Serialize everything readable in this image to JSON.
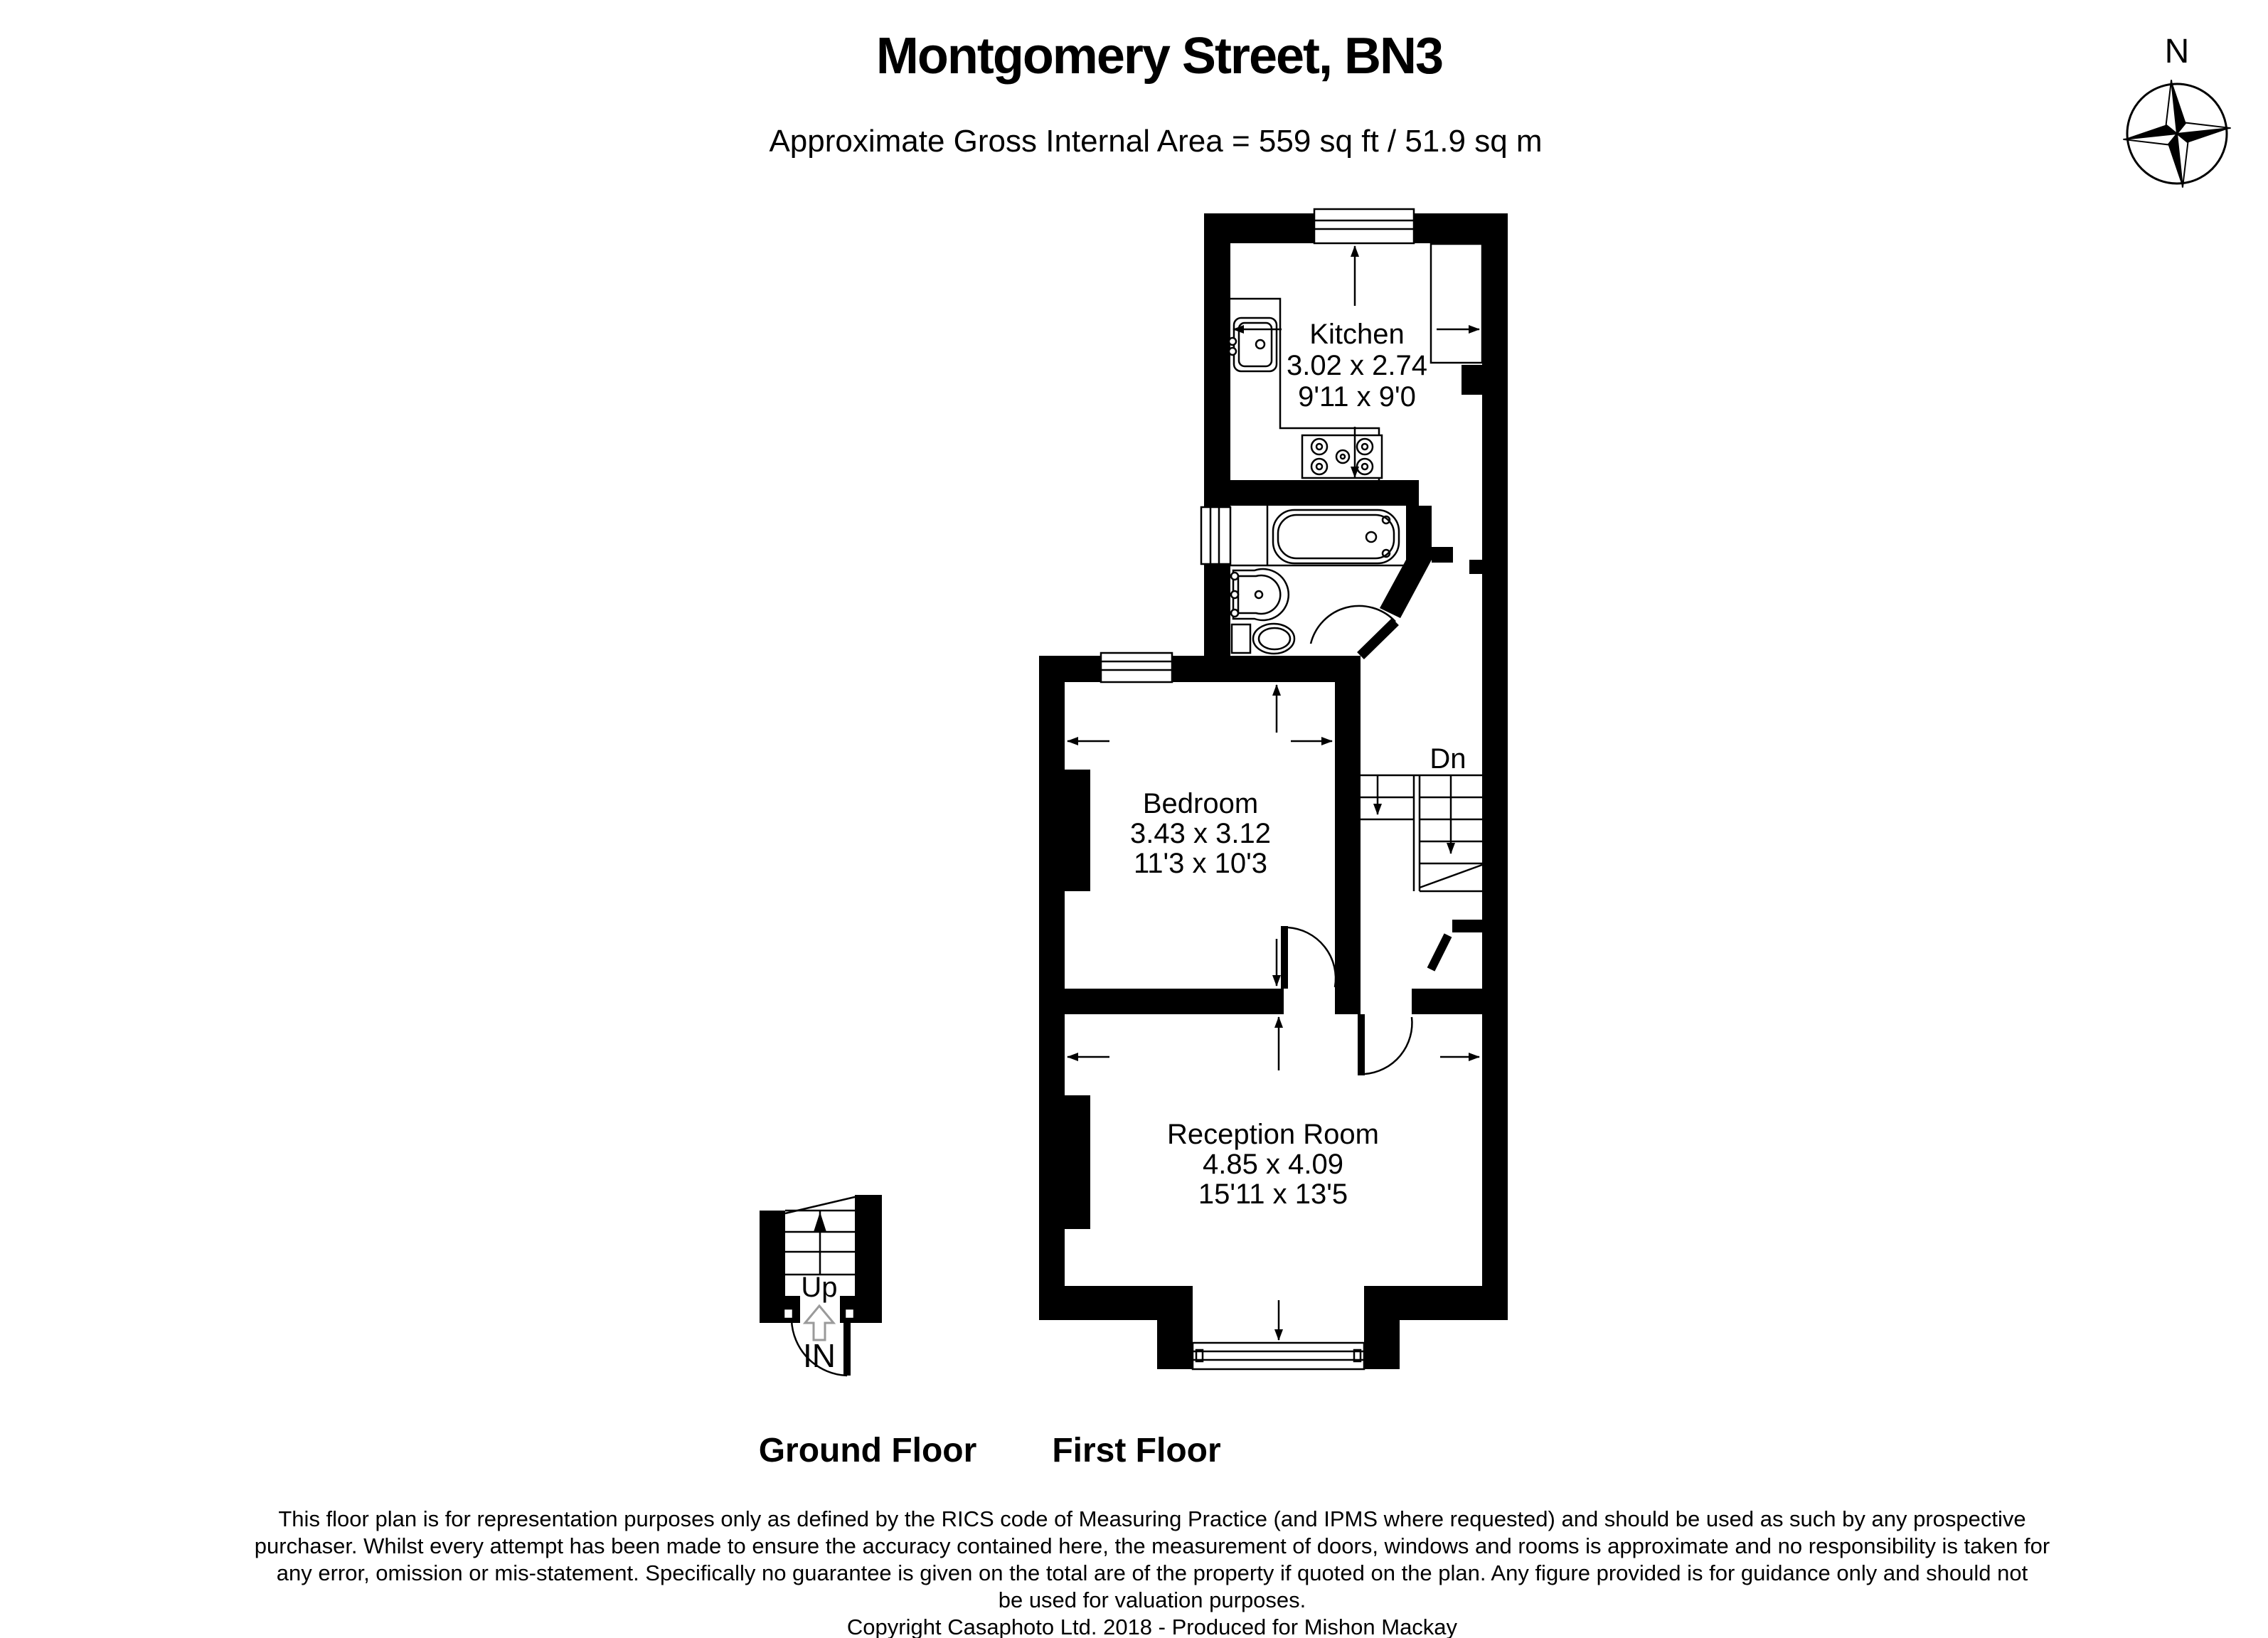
{
  "header": {
    "title": "Montgomery Street, BN3",
    "subtitle": "Approximate Gross Internal Area = 559 sq ft / 51.9 sq m"
  },
  "compass": {
    "north_label": "N"
  },
  "first_floor": {
    "label": "First Floor",
    "rooms": {
      "kitchen": {
        "name": "Kitchen",
        "metric": "3.02 x 2.74",
        "imperial": "9'11 x 9'0"
      },
      "bedroom": {
        "name": "Bedroom",
        "metric": "3.43 x 3.12",
        "imperial": "11'3 x 10'3"
      },
      "reception": {
        "name": "Reception Room",
        "metric": "4.85 x 4.09",
        "imperial": "15'11 x 13'5"
      }
    },
    "stairs_down_label": "Dn"
  },
  "ground_floor": {
    "label": "Ground Floor",
    "stairs_up_label": "Up",
    "entrance_label": "IN"
  },
  "footer": {
    "lines": [
      "This floor plan is for representation purposes only as defined by the RICS code of Measuring Practice (and IPMS where requested) and should be used as such by any prospective",
      "purchaser. Whilst every attempt has been made to ensure the accuracy contained here, the measurement of doors, windows and rooms is approximate and no responsibility is taken for",
      "any error, omission or mis-statement. Specifically no guarantee is given on the total are of the property if quoted on the plan. Any figure provided is for guidance only and should not",
      "be used for valuation purposes."
    ],
    "copyright": "Copyright Casaphoto Ltd. 2018 - Produced for Mishon Mackay"
  },
  "colors": {
    "ink": "#000000",
    "background": "#ffffff",
    "faint": "#9a9a9a"
  }
}
